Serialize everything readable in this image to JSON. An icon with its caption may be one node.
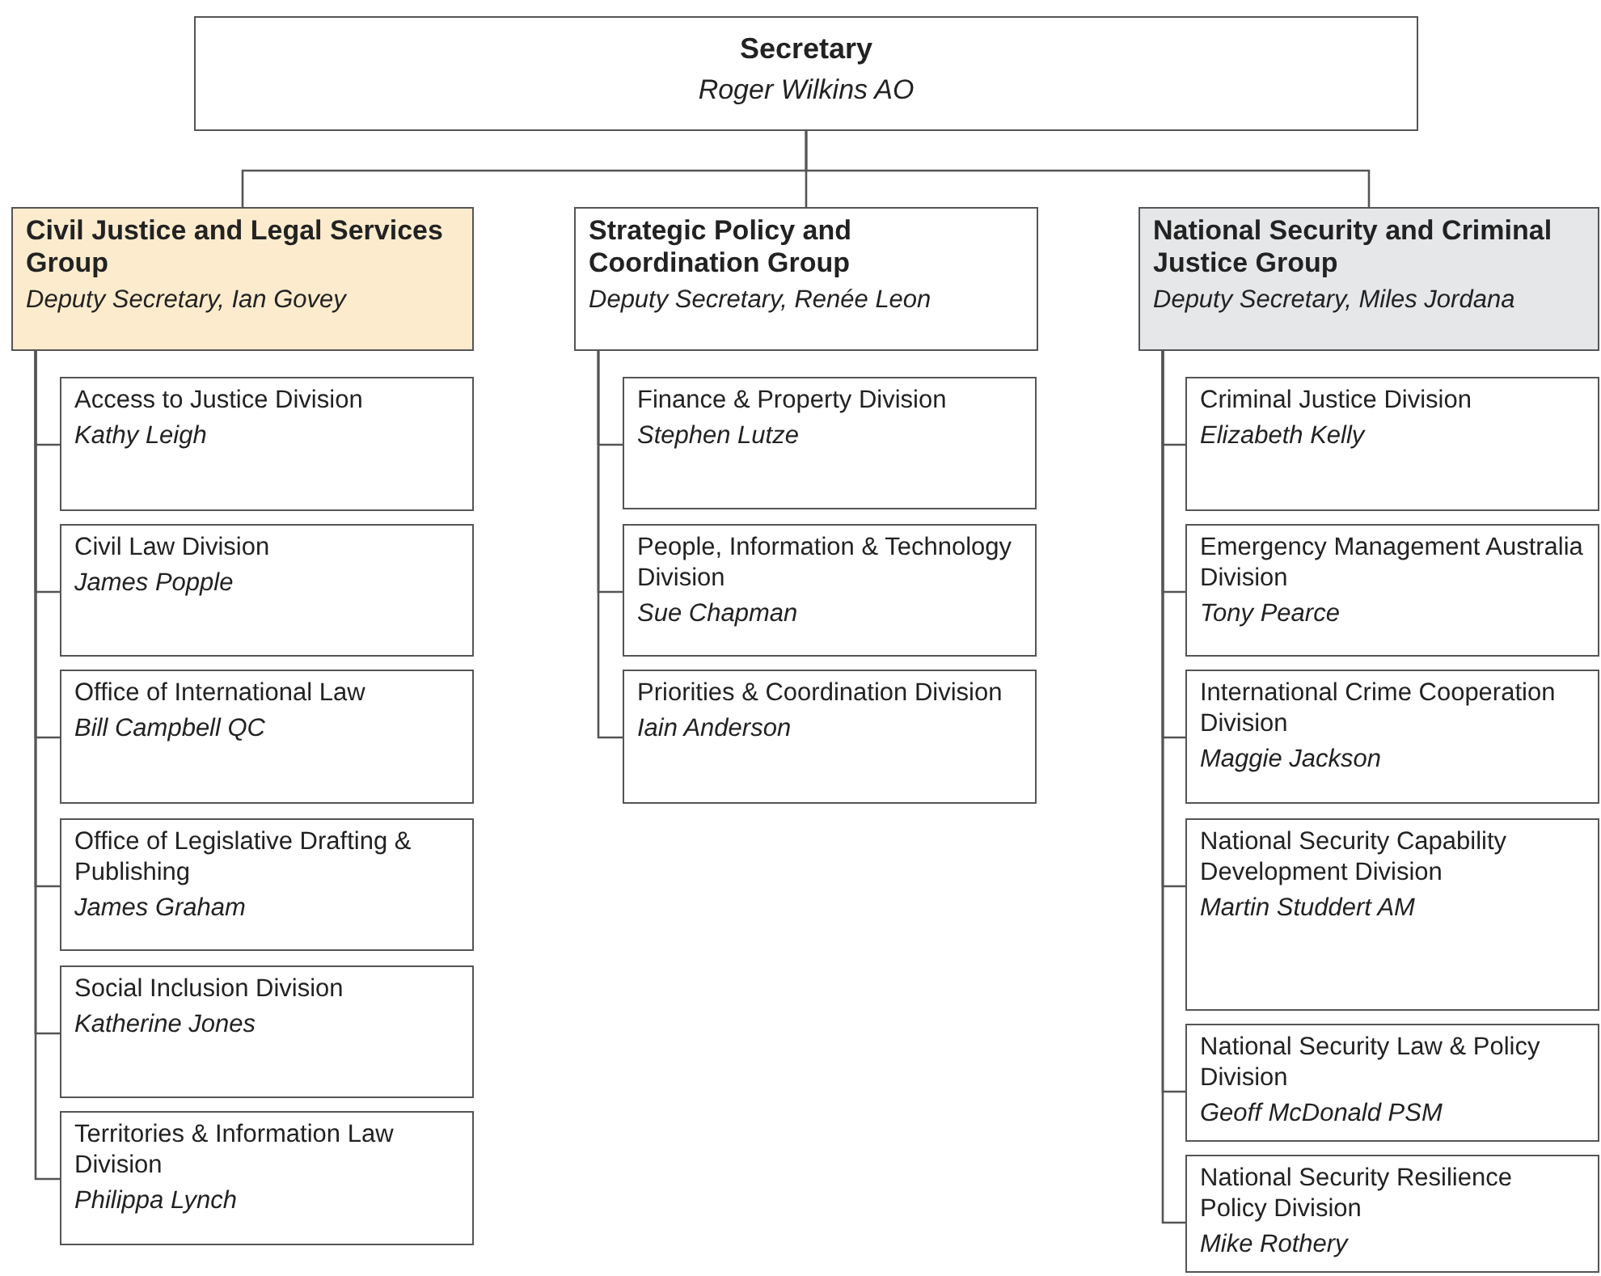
{
  "diagram": {
    "nodes": [
      {
        "text": [
          "Secretary",
          "Roger Wilkins AO"
        ]
      },
      {
        "text": [
          "Civil Justice and Legal Services Group",
          "Deputy Secretary, Ian Govey"
        ]
      },
      {
        "text": [
          "Strategic Policy and Coordination Group",
          "Deputy Secretary, Renée Leon"
        ]
      },
      {
        "text": [
          "National Security and Criminal Justice Group",
          "Deputy Secretary, Miles Jordana"
        ]
      },
      {
        "text": [
          "Access to Justice Division",
          "Kathy Leigh"
        ]
      },
      {
        "text": [
          "Civil Law Division",
          "James Popple"
        ]
      },
      {
        "text": [
          "Office of International Law",
          "Bill Campbell QC"
        ]
      },
      {
        "text": [
          "Office of Legislative Drafting & Publishing",
          "James Graham"
        ]
      },
      {
        "text": [
          "Social Inclusion Division",
          "Katherine Jones"
        ]
      },
      {
        "text": [
          "Territories & Information Law Division",
          "Philippa Lynch"
        ]
      },
      {
        "text": [
          "Finance & Property Division",
          "Stephen Lutze"
        ]
      },
      {
        "text": [
          "People, Information & Technology Division",
          "Sue Chapman"
        ]
      },
      {
        "text": [
          "Priorities & Coordination Division",
          "Iain Anderson"
        ]
      },
      {
        "text": [
          "Criminal Justice Division",
          "Elizabeth Kelly"
        ]
      },
      {
        "text": [
          "Emergency Management Australia Division",
          "Tony Pearce"
        ]
      },
      {
        "text": [
          "International Crime Cooperation Division",
          "Maggie Jackson"
        ]
      },
      {
        "text": [
          "National Security Capability Development Division",
          "Martin Studdert AM"
        ]
      },
      {
        "text": [
          "National Security Law & Policy Division",
          "Geoff McDonald PSM"
        ]
      },
      {
        "text": [
          "National Security Resilience Policy Division",
          "Mike Rothery"
        ]
      }
    ],
    "edges": [
      {
        "from": 0,
        "to": 1,
        "arrow": "none"
      },
      {
        "from": 0,
        "to": 2,
        "arrow": "none"
      },
      {
        "from": 0,
        "to": 3,
        "arrow": "none"
      },
      {
        "from": 1,
        "to": 4,
        "arrow": "none"
      },
      {
        "from": 1,
        "to": 5,
        "arrow": "none"
      },
      {
        "from": 1,
        "to": 6,
        "arrow": "none"
      },
      {
        "from": 1,
        "to": 7,
        "arrow": "none"
      },
      {
        "from": 1,
        "to": 8,
        "arrow": "none"
      },
      {
        "from": 1,
        "to": 9,
        "arrow": "none"
      },
      {
        "from": 2,
        "to": 10,
        "arrow": "none"
      },
      {
        "from": 2,
        "to": 11,
        "arrow": "none"
      },
      {
        "from": 2,
        "to": 12,
        "arrow": "none"
      },
      {
        "from": 3,
        "to": 13,
        "arrow": "none"
      },
      {
        "from": 3,
        "to": 14,
        "arrow": "none"
      },
      {
        "from": 3,
        "to": 15,
        "arrow": "none"
      },
      {
        "from": 3,
        "to": 16,
        "arrow": "none"
      },
      {
        "from": 3,
        "to": 17,
        "arrow": "none"
      },
      {
        "from": 3,
        "to": 18,
        "arrow": "none"
      }
    ]
  }
}
